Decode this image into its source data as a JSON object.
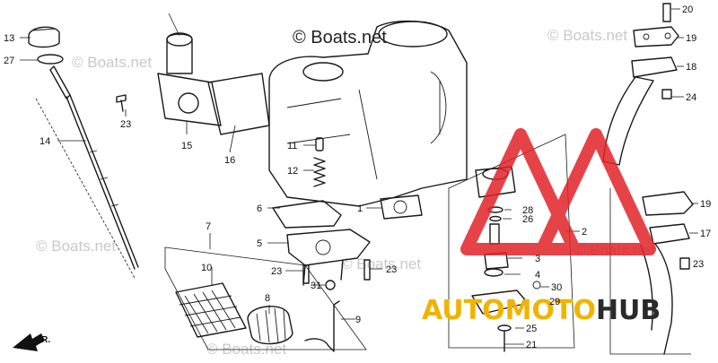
{
  "watermark": {
    "main": "© Boats.net",
    "faint": "© Boats.net"
  },
  "brand": {
    "left": "AUTO",
    "mid": "MOTO",
    "right": "HUB",
    "color_left": "#f0b400",
    "color_mid": "#f0b400",
    "color_right": "#2a2a2a",
    "logo_color": "#e2232a"
  },
  "direction": {
    "label": "FR."
  },
  "callouts": {
    "c1": "1",
    "c2": "2",
    "c3": "3",
    "c4": "4",
    "c5": "5",
    "c6": "6",
    "c7": "7",
    "c8": "8",
    "c9": "9",
    "c10": "10",
    "c11": "11",
    "c12": "12",
    "c13": "13",
    "c14": "14",
    "c15": "15",
    "c16": "16",
    "c17": "17",
    "c18": "18",
    "c19": "19",
    "c19b": "19",
    "c20": "20",
    "c21": "21",
    "c23a": "23",
    "c23b": "23",
    "c23c": "23",
    "c23d": "23",
    "c24": "24",
    "c25": "25",
    "c26": "26",
    "c27": "27",
    "c28": "28",
    "c29": "29",
    "c30": "30",
    "c31": "31"
  }
}
